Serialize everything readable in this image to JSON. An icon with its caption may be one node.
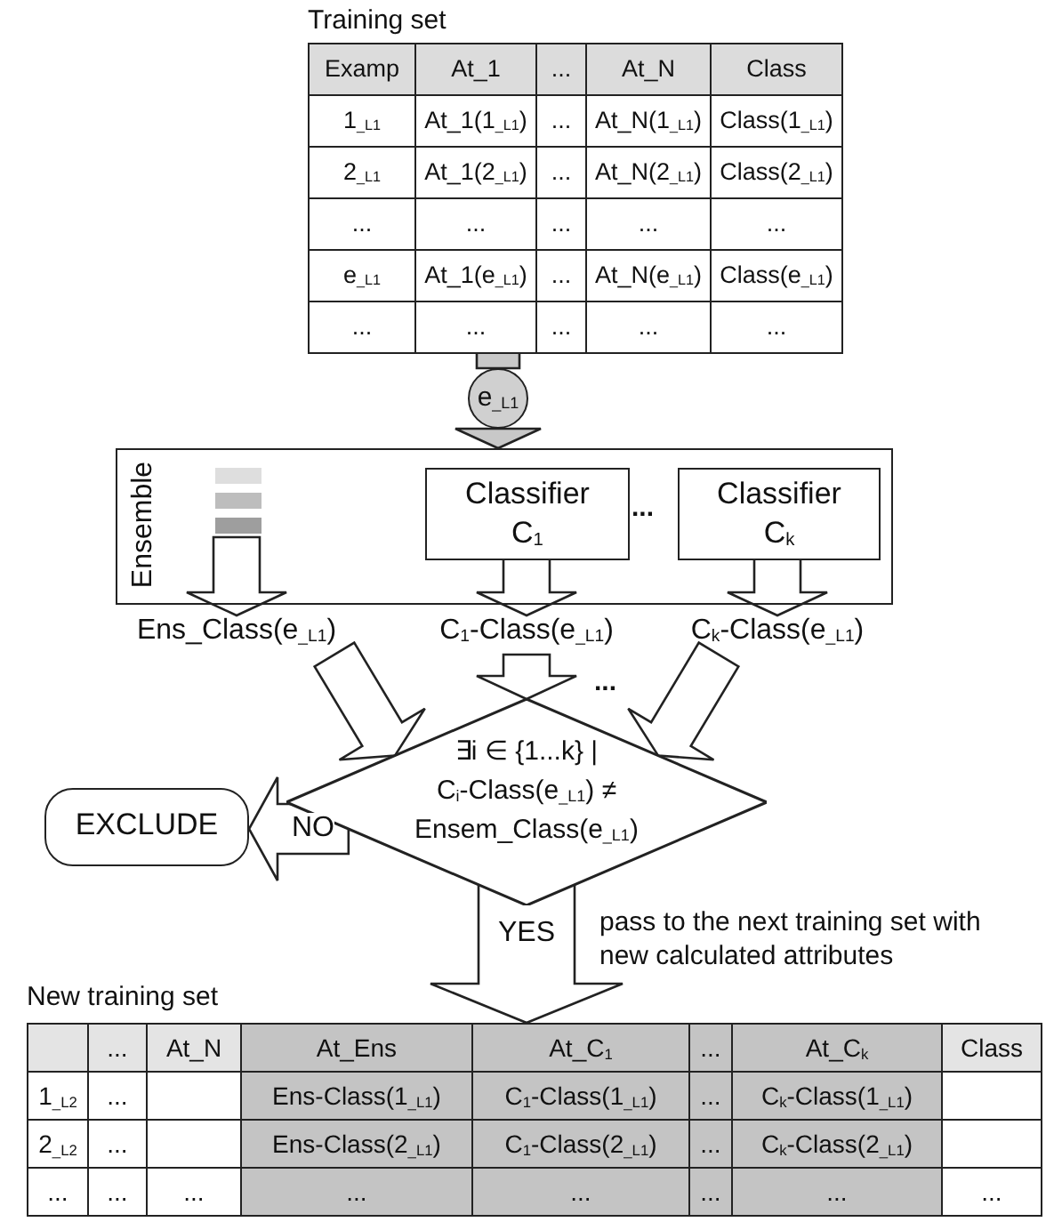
{
  "diagram": {
    "nodes": [
      {
        "text": [
          "Training set",
          "Examp",
          "At_1",
          "...",
          "At_N",
          "Class",
          "1$_{_L1}$",
          "At_1(1$_{_L1}$)",
          "...",
          "At_N(1$_{_L1}$)",
          "Class(1$_{_L1}$)",
          "2$_{_L1}$",
          "At_1(2$_{_L1}$)",
          "...",
          "At_N(2$_{_L1}$)",
          "Class(2$_{_L1}$)",
          "...",
          "...",
          "...",
          "...",
          "...",
          "e$_{_L1}$",
          "At_1(e$_{_L1}$)",
          "...",
          "At_N(e$_{_L1}$)",
          "Class(e$_{_L1}$)",
          "...",
          "...",
          "...",
          "...",
          "..."
        ]
      },
      {
        "text": [
          "e$_{_L1}$"
        ]
      },
      {
        "text": [
          "Ensemble"
        ]
      },
      {
        "text": [],
        "shape": "picture",
        "in": 2
      },
      {
        "text": [
          "Classifier C$_{1}$"
        ],
        "in": 2
      },
      {
        "text": [
          "Classifier C$_{k}$"
        ],
        "in": 2
      },
      {
        "text": [
          "Ens_Class(e$_{_L1}$)"
        ]
      },
      {
        "text": [
          "C$_{1}$-Class(e$_{_L1}$)"
        ]
      },
      {
        "text": [
          "C$_{k}$-Class(e$_{_L1}$)"
        ]
      },
      {
        "text": [
          "∃i ∈ {1...k} | C$_{i}$-Class(e$_{_L1}$) ≠ Ensem_Class(e$_{_L1}$)"
        ]
      },
      {
        "text": [
          "EXCLUDE"
        ]
      },
      {
        "text": [
          "New training set",
          "...",
          "At_N",
          "At_Ens",
          "At_C$_{1}$",
          "...",
          "At_C$_{k}$",
          "Class",
          "1$_{_L2}$",
          "...",
          "Ens-Class(1$_{_L1}$)",
          "C$_{1}$-Class(1$_{_L1}$)",
          "...",
          "C$_{k}$-Class(1$_{_L1}$)",
          "2$_{_L2}$",
          "...",
          "Ens-Class(2$_{_L1}$)",
          "C$_{1}$-Class(2$_{_L1}$)",
          "...",
          "C$_{k}$-Class(2$_{_L1}$)",
          "...",
          "...",
          "...",
          "...",
          "...",
          "...",
          "...",
          "..."
        ]
      }
    ],
    "edges": [
      {
        "from": 0,
        "to": 1,
        "arrow": "none",
        "color": "#c8c8c8"
      },
      {
        "from": 1,
        "to": 2,
        "arrow": "to",
        "color": "#c8c8c8"
      },
      {
        "from": 3,
        "to": 6,
        "arrow": "to"
      },
      {
        "from": 4,
        "to": 7,
        "arrow": "to"
      },
      {
        "from": 5,
        "to": 8,
        "arrow": "to"
      },
      {
        "from": 6,
        "to": 9,
        "arrow": "to"
      },
      {
        "from": 7,
        "to": 9,
        "arrow": "to"
      },
      {
        "from": 8,
        "to": 9,
        "arrow": "to"
      },
      {
        "from": 9,
        "to": 10,
        "arrow": "to",
        "label": "NO"
      },
      {
        "from": 9,
        "to": 11,
        "arrow": "to",
        "label": "YES"
      }
    ],
    "labels": [
      "...",
      "...",
      "pass to the next training set with new calculated attributes"
    ]
  }
}
